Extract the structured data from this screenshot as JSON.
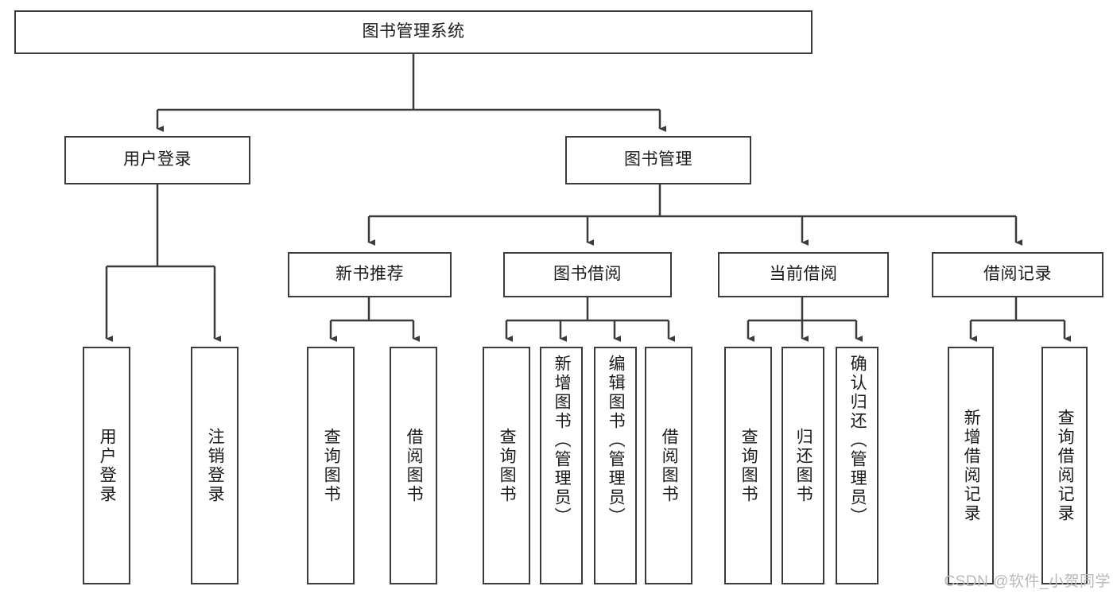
{
  "diagram": {
    "type": "tree-hierarchy",
    "title": "图书管理系统",
    "watermark": "CSDN @软件_小贺同学",
    "colors": {
      "stroke": "#3b3b3b",
      "background": "#ffffff",
      "text": "#1b1b1b",
      "watermark": "#b9b9b9"
    },
    "nodes": {
      "root": {
        "label": "图书管理系统"
      },
      "level2": [
        {
          "id": "user-login",
          "label": "用户登录"
        },
        {
          "id": "book-management",
          "label": "图书管理"
        }
      ],
      "level3": [
        {
          "id": "new-book-recommend",
          "label": "新书推荐"
        },
        {
          "id": "book-borrow",
          "label": "图书借阅"
        },
        {
          "id": "current-borrow",
          "label": "当前借阅"
        },
        {
          "id": "borrow-record",
          "label": "借阅记录"
        }
      ],
      "leaves": {
        "user-login": [
          {
            "id": "leaf-user-login",
            "label": "用户登录"
          },
          {
            "id": "leaf-logout-login",
            "label": "注销登录"
          }
        ],
        "new-book-recommend": [
          {
            "id": "leaf-query-book-1",
            "label": "查询图书"
          },
          {
            "id": "leaf-borrow-book-1",
            "label": "借阅图书"
          }
        ],
        "book-borrow": [
          {
            "id": "leaf-query-book-2",
            "label": "查询图书"
          },
          {
            "id": "leaf-add-book",
            "label": "新增图书（管理员）"
          },
          {
            "id": "leaf-edit-book",
            "label": "编辑图书（管理员）"
          },
          {
            "id": "leaf-borrow-book-2",
            "label": "借阅图书"
          }
        ],
        "current-borrow": [
          {
            "id": "leaf-query-book-3",
            "label": "查询图书"
          },
          {
            "id": "leaf-return-book",
            "label": "归还图书"
          },
          {
            "id": "leaf-confirm-return",
            "label": "确认归还（管理员）"
          }
        ],
        "borrow-record": [
          {
            "id": "leaf-add-record",
            "label": "新增借阅记录"
          },
          {
            "id": "leaf-query-record",
            "label": "查询借阅记录"
          }
        ]
      }
    }
  }
}
